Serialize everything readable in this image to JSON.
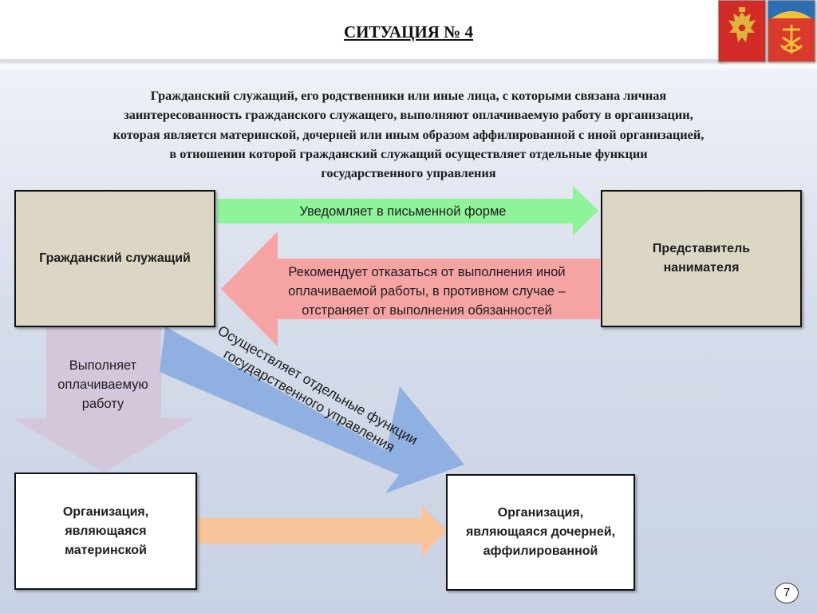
{
  "header": {
    "title": "СИТУАЦИЯ № 4"
  },
  "emblems": [
    "russia-coat-of-arms",
    "murmansk-oblast-coat-of-arms"
  ],
  "intro_lines": [
    "Гражданский служащий, его родственники или иные лица, с которыми связана личная",
    "заинтересованность гражданского служащего, выполняют оплачиваемую работу в организации,",
    "которая является материнской, дочерней или иным образом аффилированной с иной организацией,",
    "в отношении которой гражданский служащий осуществляет отдельные функции",
    "государственного управления"
  ],
  "nodes": {
    "civil_servant": "Гражданский служащий",
    "employer_rep": [
      "Представитель",
      "нанимателя"
    ],
    "parent_org": [
      "Организация,",
      "являющаяся",
      "материнской"
    ],
    "subsidiary_org": [
      "Организация,",
      "являющаяся дочерней,",
      "аффилированной"
    ]
  },
  "edges": {
    "notifies": "Уведомляет в письменной форме",
    "recommends": [
      "Рекомендует отказаться от выполнения иной",
      "оплачиваемой работы, в противном случае –",
      "отстраняет от выполнения обязанностей"
    ],
    "performs_work": [
      "Выполняет",
      "оплачиваемую",
      "работу"
    ],
    "functions": [
      "Осуществляет отдельные функции",
      "государственного управления"
    ]
  },
  "colors": {
    "node_fill": "#dcd7c4",
    "green_arrow": "#8ff39a",
    "pink_arrow": "#f6a3a3",
    "lilac_arrow": "#d4c7dc",
    "blue_arrow": "#8fb0e0",
    "orange_arrow": "#f8c49a"
  },
  "page_number": "7"
}
